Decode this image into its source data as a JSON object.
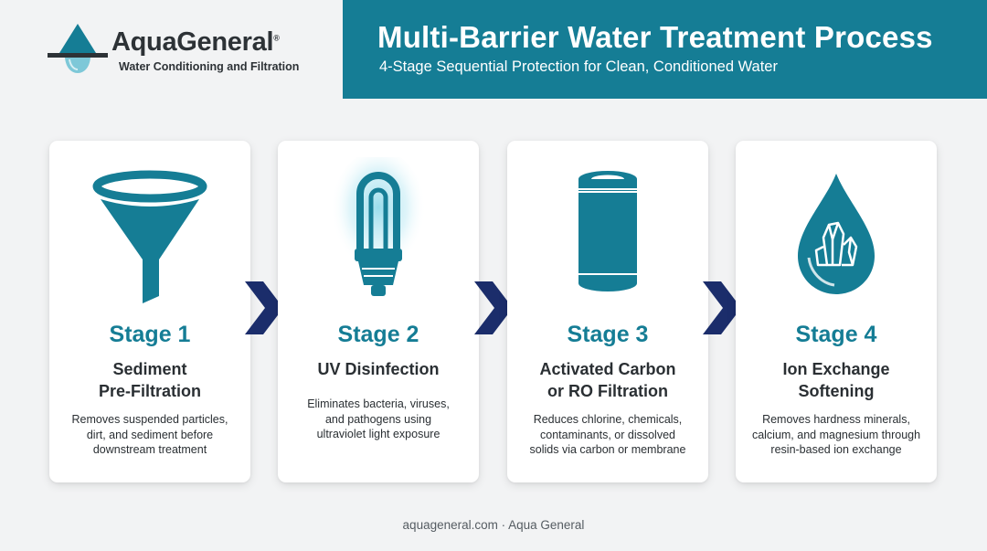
{
  "brand": {
    "name": "AquaGeneral",
    "registered": "®",
    "tagline": "Water Conditioning and Filtration"
  },
  "header": {
    "title": "Multi-Barrier Water Treatment Process",
    "subtitle": "4-Stage Sequential Protection for Clean, Conditioned Water"
  },
  "stages": [
    {
      "label": "Stage 1",
      "title_lines": [
        "Sediment",
        "Pre-Filtration"
      ],
      "desc_lines": [
        "Removes suspended particles,",
        "dirt, and sediment before",
        "downstream treatment"
      ],
      "icon": "funnel-icon"
    },
    {
      "label": "Stage 2",
      "title_lines": [
        "UV Disinfection"
      ],
      "desc_lines": [
        "Eliminates bacteria, viruses,",
        "and pathogens using",
        "ultraviolet light exposure"
      ],
      "icon": "uv-lamp-icon"
    },
    {
      "label": "Stage 3",
      "title_lines": [
        "Activated Carbon",
        "or RO Filtration"
      ],
      "desc_lines": [
        "Reduces chlorine, chemicals,",
        "contaminants, or dissolved",
        "solids via carbon or membrane"
      ],
      "icon": "filter-cartridge-icon"
    },
    {
      "label": "Stage 4",
      "title_lines": [
        "Ion Exchange",
        "Softening"
      ],
      "desc_lines": [
        "Removes hardness minerals,",
        "calcium, and magnesium through",
        "resin-based ion exchange"
      ],
      "icon": "crystal-drop-icon"
    }
  ],
  "connector_icon": "chevron-right-icon",
  "footer": "aquageneral.com · Aqua General",
  "colors": {
    "primary": "#157d95",
    "text_dark": "#2a2f33",
    "arrow": "#1b2d6b",
    "background": "#f2f3f4"
  }
}
